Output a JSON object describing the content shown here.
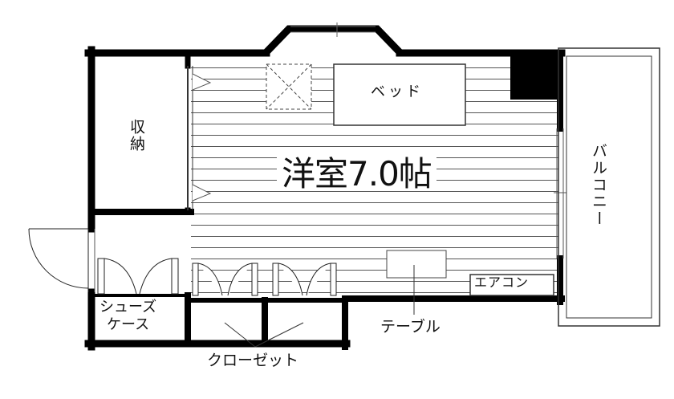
{
  "floorplan": {
    "room": {
      "label": "洋室7.0帖"
    },
    "bed": {
      "label": "ベッド"
    },
    "storage": {
      "label": "収納"
    },
    "balcony": {
      "label": "バルコニー"
    },
    "air_conditioner": {
      "label": "エアコン"
    },
    "table": {
      "label": "テーブル"
    },
    "shoe_case": {
      "line1": "シューズ",
      "line2": "ケース"
    },
    "closet": {
      "label": "クローゼット"
    }
  },
  "colors": {
    "wall": "#000000",
    "background": "#ffffff",
    "lines": "#444444"
  }
}
